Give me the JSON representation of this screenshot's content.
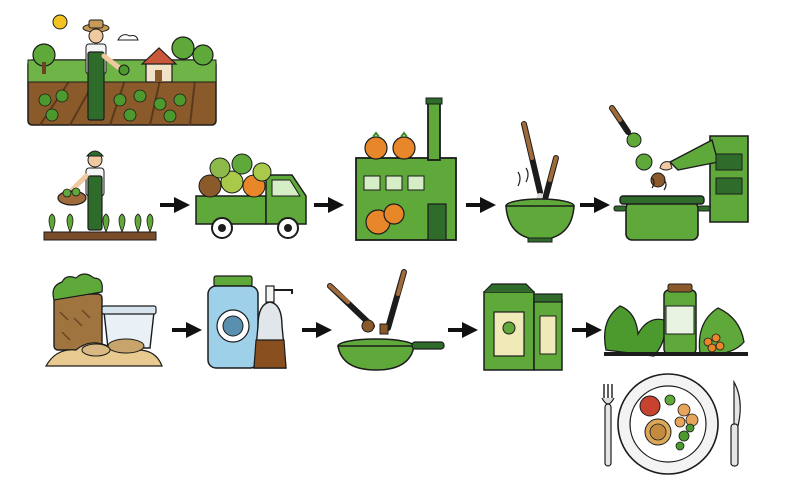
{
  "diagram": {
    "type": "farm-to-table process flow (pictorial, no text)",
    "rows": [
      {
        "steps": [
          {
            "id": "harvest",
            "icon": "farmer-harvesting-icon"
          },
          {
            "id": "transport",
            "icon": "produce-truck-icon"
          },
          {
            "id": "processing",
            "icon": "food-factory-icon"
          },
          {
            "id": "preparation",
            "icon": "mixing-bowl-icon"
          },
          {
            "id": "cooking",
            "icon": "cooking-pot-icon"
          }
        ]
      },
      {
        "steps": [
          {
            "id": "ingredients",
            "icon": "staple-ingredients-icon"
          },
          {
            "id": "condiments",
            "icon": "bottles-icon"
          },
          {
            "id": "frying",
            "icon": "frying-pan-icon"
          },
          {
            "id": "packaging",
            "icon": "packaged-food-icon"
          },
          {
            "id": "fresh-produce",
            "icon": "vegetables-icon"
          }
        ]
      }
    ],
    "header_scene": "farm-field-scene-icon",
    "final_step": "plated-meal-icon",
    "connector": "arrow-right-icon",
    "colors": {
      "primary_green": "#5fa83a",
      "dark_green": "#2f6b2a",
      "outline": "#1c1c1c",
      "orange": "#e8862a",
      "brown": "#8a5a2b",
      "soil": "#7a4d2a",
      "bottle_blue": "#9fd0ea"
    }
  }
}
